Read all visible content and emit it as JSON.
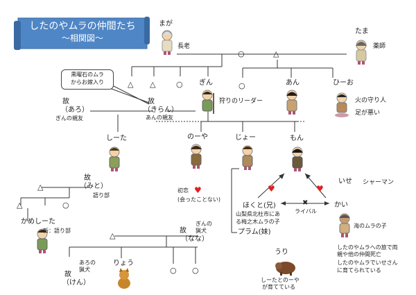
{
  "title": {
    "main": "したのやムラの仲間たち",
    "sub": "〜相関図〜"
  },
  "callout": {
    "line1": "黒曜石のムラ",
    "line2": "からお嫁入り"
  },
  "people": {
    "maga": {
      "name": "まが",
      "role": "長老"
    },
    "tama": {
      "name": "たま",
      "role": "薬師"
    },
    "gin": {
      "name": "ぎん",
      "role": "狩りのリーダー"
    },
    "an": {
      "name": "あん"
    },
    "hio": {
      "name": "ひーお",
      "role1": "火の守り人",
      "role2": "足が悪い"
    },
    "aro": {
      "prefix": "故",
      "name": "（あろ）",
      "role": "ぎんの親友"
    },
    "kiran": {
      "prefix": "故",
      "name": "（きらん）",
      "role": "あんの親友"
    },
    "shita": {
      "name": "しーた"
    },
    "noya": {
      "name": "のーや"
    },
    "jo": {
      "name": "じょー"
    },
    "mon": {
      "name": "もん"
    },
    "mito": {
      "prefix": "故",
      "name": "（みと）",
      "role": "語り部"
    },
    "kameshita": {
      "name": "かめしーた",
      "role": "新：語り部"
    },
    "nana": {
      "prefix": "故",
      "name": "（なな）",
      "role1": "ぎんの",
      "role2": "猟犬"
    },
    "ken": {
      "prefix": "故",
      "name": "（けん）",
      "role1": "あろの",
      "role2": "猟犬"
    },
    "ryou": {
      "name": "りょう"
    },
    "uri": {
      "name": "うり",
      "desc1": "しーたとのーや",
      "desc2": "が育てている"
    },
    "hokuto": {
      "name": "ほくと(兄)",
      "desc1": "山梨県北杜市にあ",
      "desc2": "る梅之木ムラの子"
    },
    "puramu": {
      "name": "プラム(妹)"
    },
    "ise": {
      "name": "いせ",
      "role": "シャーマン"
    },
    "kai": {
      "name": "かい",
      "desc1": "海のムラの子",
      "desc2": "したのやムラへの旅で両",
      "desc3": "親や他の仲間死亡",
      "desc4": "したのやムラでいせさん",
      "desc5": "に育てられている"
    }
  },
  "relations": {
    "hatsukoi1": "初恋",
    "hatsukoi2": "(会ったことない)",
    "rival": "ライバル"
  },
  "symbols": {
    "circle": "○",
    "triangle": "△",
    "arrow": "→"
  },
  "colors": {
    "banner": "#4f86c6",
    "banner_edge": "#3a6aa3",
    "heart": "#e02020"
  }
}
